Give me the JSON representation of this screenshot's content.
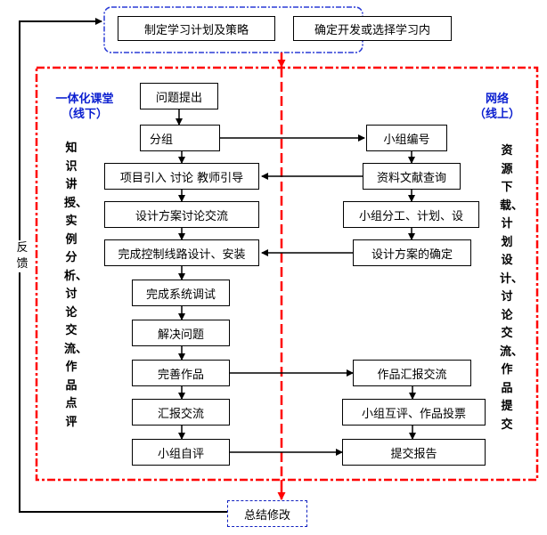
{
  "diagram": {
    "colors": {
      "box_border": "#000000",
      "online_frame": "#ff0000",
      "top_frame": "#2a3bd6",
      "bottom_box": "#1020c0",
      "section_label": "#0b1fd0"
    },
    "top_group": {
      "boxes": [
        "制定学习计划及策略",
        "确定开发或选择学习内"
      ]
    },
    "sections": {
      "offline_title_line1": "一体化课堂",
      "offline_title_line2": "（线下）",
      "online_title_line1": "网络",
      "online_title_line2": "（线上）"
    },
    "offline_activities": "知识讲授、实例分析、讨论交流、作品点评",
    "online_activities": "资源下载、计划设计、讨论交流、作品提交",
    "left_column": [
      "问题提出",
      "分组",
      "项目引入  讨论  教师引导",
      "设计方案讨论交流",
      "完成控制线路设计、安装",
      "完成系统调试",
      "解决问题",
      "完善作品",
      "汇报交流",
      "小组自评"
    ],
    "right_column": [
      "小组编号",
      "资料文献查询",
      "小组分工、计划、设",
      "设计方案的确定",
      "作品汇报交流",
      "小组互评、作品投票",
      "提交报告"
    ],
    "cross_links": [
      {
        "from": "分组",
        "to": "小组编号"
      },
      {
        "from": "资料文献查询",
        "to": "项目引入  讨论  教师引导"
      },
      {
        "from": "设计方案的确定",
        "to": "完成控制线路设计、安装"
      },
      {
        "from": "完善作品",
        "to": "作品汇报交流"
      },
      {
        "from": "小组自评",
        "to": "提交报告"
      }
    ],
    "bottom_box": "总结修改",
    "feedback_label": "反馈"
  }
}
